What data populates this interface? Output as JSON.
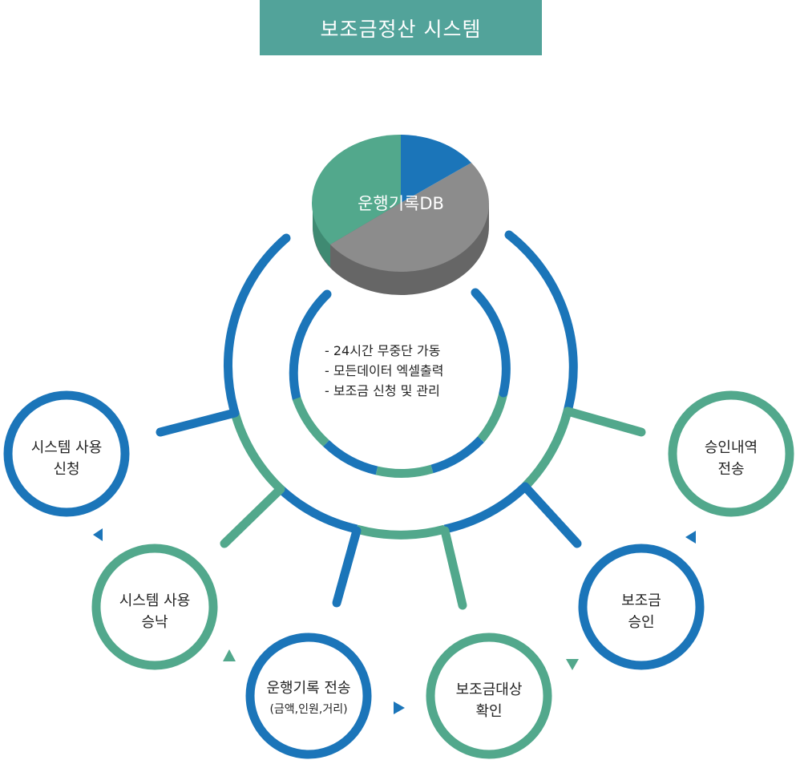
{
  "title": "보조금정산 시스템",
  "db_label": "운행기록DB",
  "features": [
    "- 24시간 무중단 가동",
    "- 모든데이터 엑셀출력",
    "- 보조금 신청 및 관리"
  ],
  "steps": [
    {
      "line1": "시스템 사용",
      "line2": "신청"
    },
    {
      "line1": "시스템 사용",
      "line2": "승낙"
    },
    {
      "line1": "운행기록 전송",
      "line2": "(금액,인원,거리)"
    },
    {
      "line1": "보조금대상",
      "line2": "확인"
    },
    {
      "line1": "보조금",
      "line2": "승인"
    },
    {
      "line1": "승인내역",
      "line2": "전송"
    }
  ],
  "colors": {
    "blue": "#1b75b9",
    "green": "#52a88c",
    "title_bg": "#52a39a",
    "gray": "#8c8c8c"
  }
}
